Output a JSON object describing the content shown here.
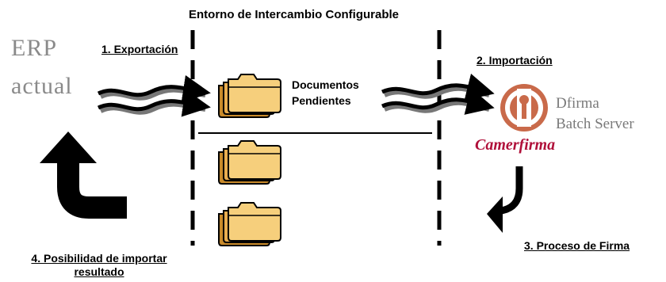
{
  "title": "Entorno de Intercambio Configurable",
  "steps": {
    "export": "1. Exportación",
    "import": "2. Importación",
    "sign": "3. Proceso de Firma",
    "result_line1": "4. Posibilidad de importar",
    "result_line2": "resultado"
  },
  "erp": {
    "line1": "ERP",
    "line2": "actual"
  },
  "documents": {
    "line1": "Documentos",
    "line2": "Pendientes"
  },
  "server": {
    "line1": "Dfirma",
    "line2": "Batch Server",
    "brand": "Camerfirma"
  },
  "colors": {
    "folder": "#f3c46a",
    "folder_dark": "#c98a2a",
    "text_gray": "#7a7a7a",
    "brand": "#b0103a",
    "logo": "#c96a4a"
  }
}
